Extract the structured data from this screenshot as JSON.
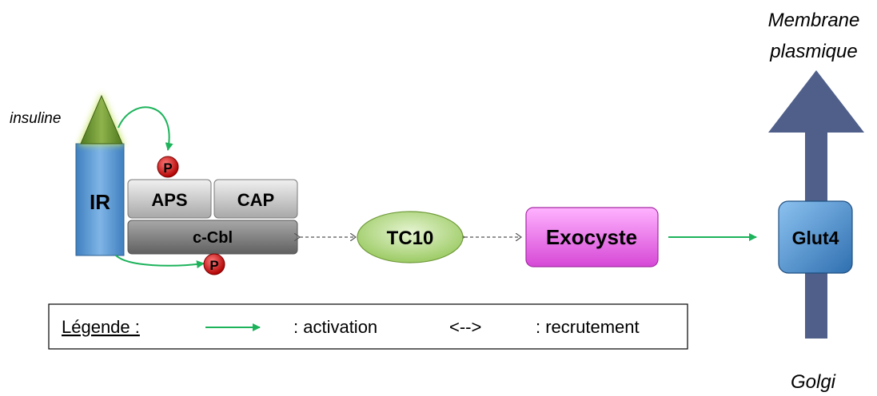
{
  "labels": {
    "insuline": "insuline",
    "ir": "IR",
    "aps": "APS",
    "cap": "CAP",
    "ccbl": "c-Cbl",
    "tc10": "TC10",
    "exocyste": "Exocyste",
    "glut4": "Glut4",
    "phospho": "P",
    "membrane_line1": "Membrane",
    "membrane_line2": "plasmique",
    "golgi": "Golgi"
  },
  "legend": {
    "title": "Légende :",
    "activation": ": activation",
    "recruitment_symbol": "<-->",
    "recruitment": ": recrutement"
  },
  "colors": {
    "ir_blue": "#5b9bd5",
    "glut4_blue": "#4f90d0",
    "insulin_green": "#77933c",
    "aps_cap_gray": "#c8c8c8",
    "ccbl_gray": "#8c8c8c",
    "tc10_green": "#b9dc8a",
    "exocyste_magenta": "#ee82ee",
    "transport_arrow": "#4f5f8a",
    "activation_arrow": "#1db35b",
    "phospho_red": "#d9141b"
  }
}
